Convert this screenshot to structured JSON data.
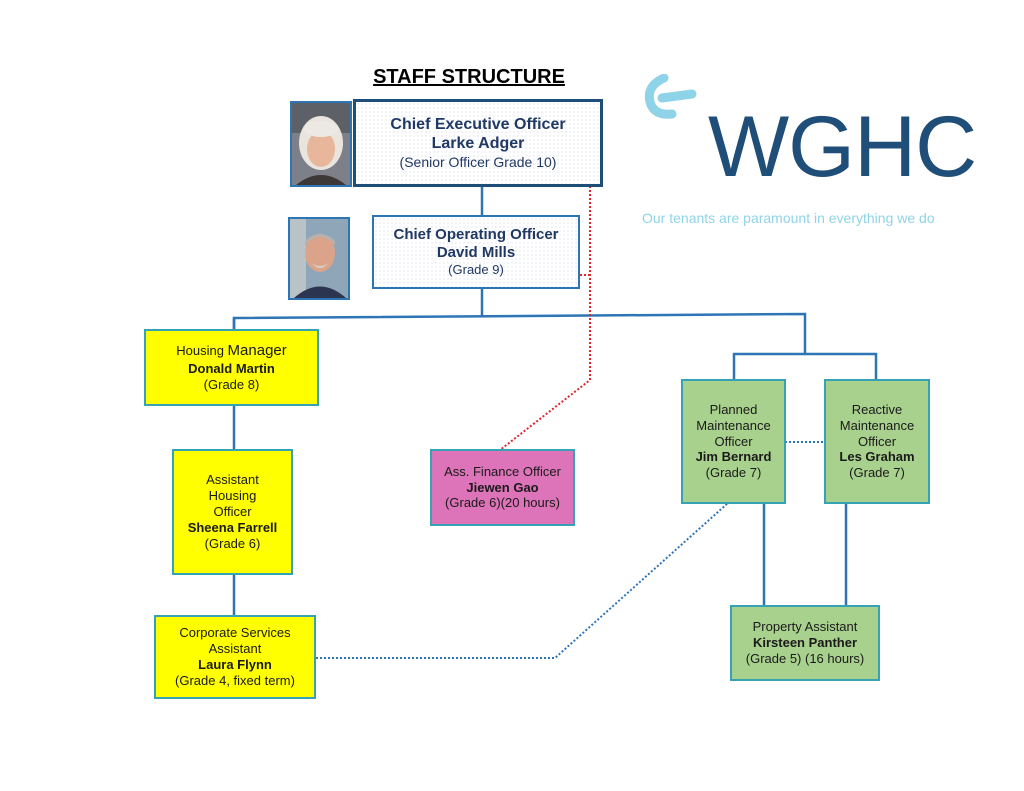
{
  "title": "STAFF STRUCTURE",
  "logo": {
    "name": "WGHC",
    "tagline": "Our tenants are paramount in everything we do",
    "mark_icon": "wghc-swoosh-icon"
  },
  "ceo": {
    "role": "Chief Executive Officer",
    "name": "Larke Adger",
    "grade": "(Senior Officer Grade 10)"
  },
  "coo": {
    "role": "Chief Operating Officer",
    "name": "David Mills",
    "grade": "(Grade 9)"
  },
  "housing_manager": {
    "role_a": "Housing ",
    "role_b": "Manager",
    "name": "Donald Martin",
    "grade": "(Grade 8)"
  },
  "assistant_housing_officer": {
    "line1": "Assistant",
    "line2": "Housing",
    "line3": "Officer",
    "name": "Sheena Farrell",
    "grade": "(Grade 6)"
  },
  "corporate_services": {
    "line1": "Corporate Services",
    "line2": "Assistant",
    "name": "Laura Flynn",
    "grade": "(Grade 4, fixed term)"
  },
  "finance_officer": {
    "role": "Ass. Finance Officer",
    "name": "Jiewen Gao",
    "grade": "(Grade 6)(20 hours)"
  },
  "planned_maintenance": {
    "line1": "Planned",
    "line2": "Maintenance",
    "line3": "Officer",
    "name": "Jim Bernard",
    "grade": "(Grade 7)"
  },
  "reactive_maintenance": {
    "line1": "Reactive",
    "line2": "Maintenance",
    "line3": "Officer",
    "name": "Les Graham",
    "grade": "(Grade 7)"
  },
  "property_assistant": {
    "role": "Property Assistant",
    "name": "Kirsteen Panther",
    "grade": "(Grade 5) (16 hours)"
  },
  "colors": {
    "line_blue": "#2e75b6",
    "dotted_red": "#e0252d",
    "box_border": "#35a3b4",
    "yellow": "#ffff00",
    "green": "#a9d18e",
    "pink": "#dd73b8",
    "navy": "#1f3864",
    "logo": "#1f4e79",
    "tagline": "#8fd3e8"
  }
}
